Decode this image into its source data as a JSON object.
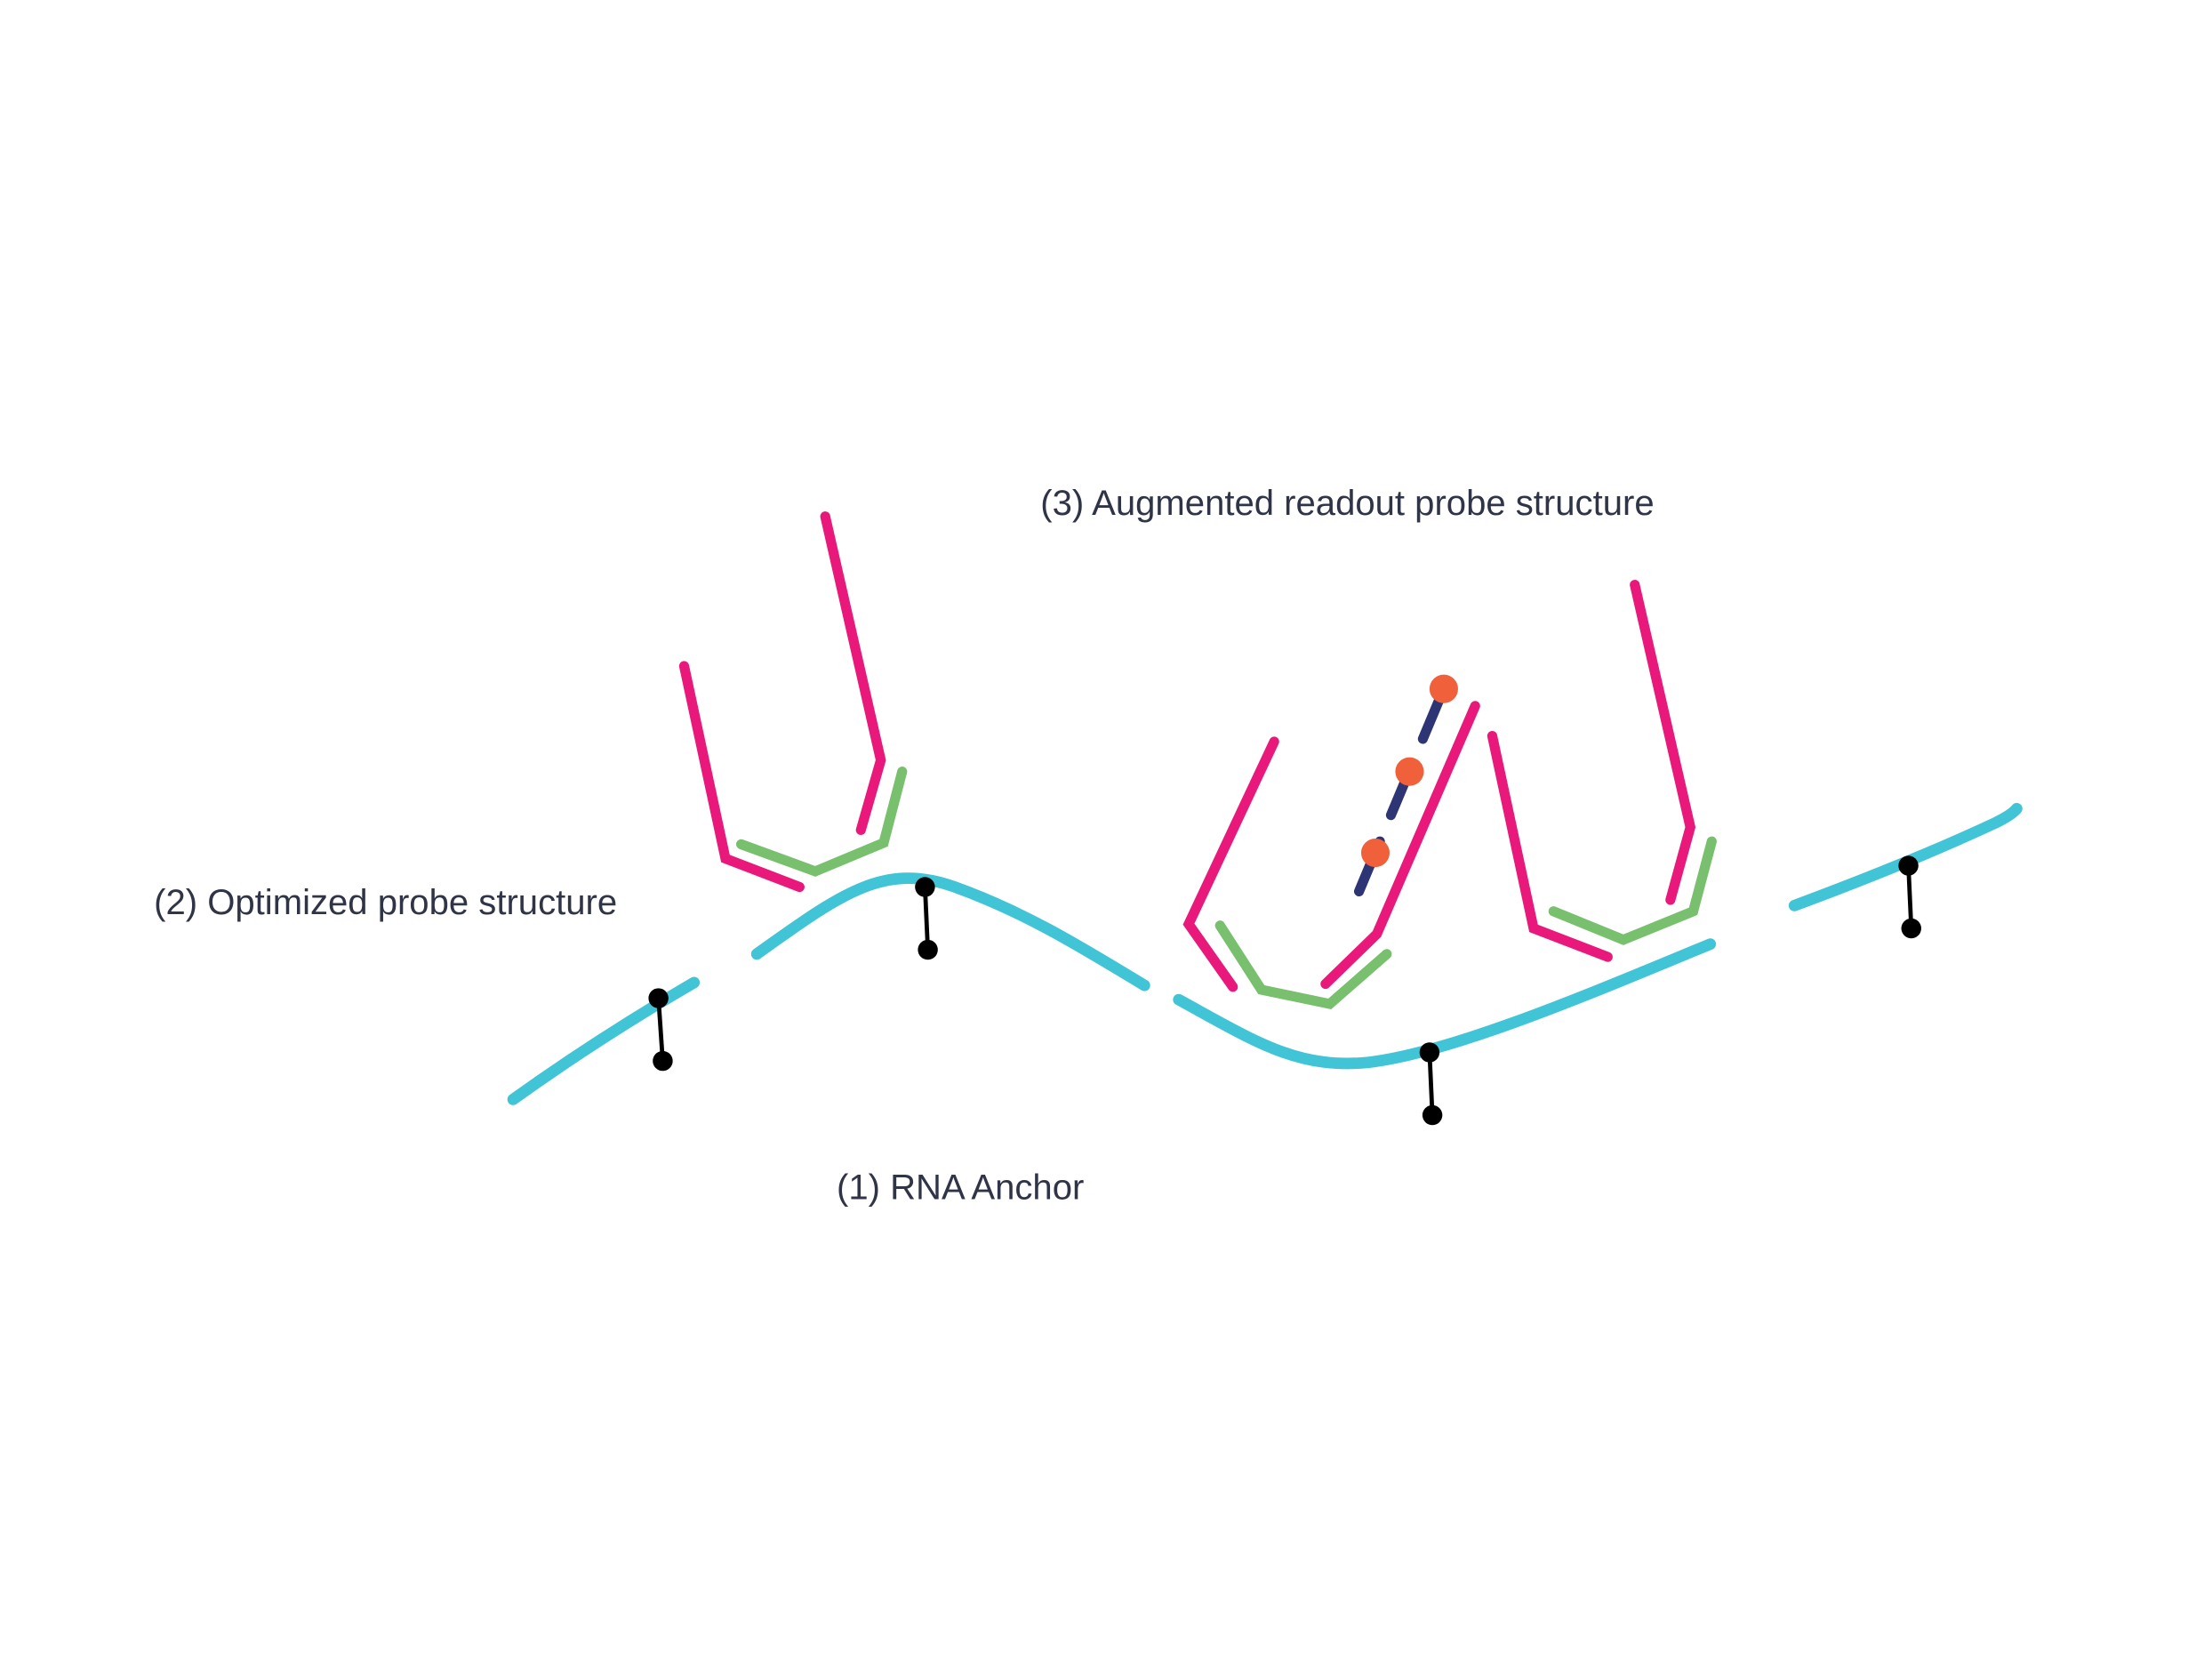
{
  "labels": {
    "rna_anchor": "(1) RNA Anchor",
    "optimized_probe": "(2) Optimized probe structure",
    "augmented_readout": "(3) Augmented readout probe structure"
  },
  "colors": {
    "rna": "#40c4d6",
    "probe": "#e8197a",
    "readout": "#78bf6e",
    "amplifier": "#2e3575",
    "fluorophore": "#f0603a",
    "anchor_stick": "#000000",
    "text": "#2f3447"
  }
}
